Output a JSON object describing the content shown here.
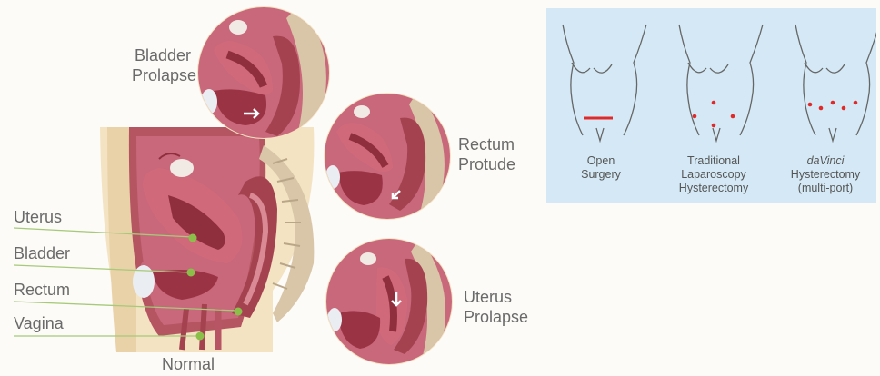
{
  "anatomy": {
    "normal_label": "Normal",
    "structures": [
      "Uterus",
      "Bladder",
      "Rectum",
      "Vagina"
    ],
    "bladder_prolapse": [
      "Bladder",
      "Prolapse"
    ],
    "rectum_protude": [
      "Rectum",
      "Protude"
    ],
    "uterus_prolapse": [
      "Uterus",
      "Prolapse"
    ]
  },
  "incisions": {
    "open": [
      "Open",
      "Surgery"
    ],
    "traditional": [
      "Traditional",
      "Laparoscopy",
      "Hysterectomy"
    ],
    "davinci": [
      "daVinci",
      "Hysterectomy",
      "(multi-port)"
    ]
  },
  "colors": {
    "panel": "#d4e9f5",
    "marker": "#8bbf4a",
    "incision": "#e02a2a",
    "tissue": "#c85a63",
    "skin": "#f2e4c4"
  }
}
